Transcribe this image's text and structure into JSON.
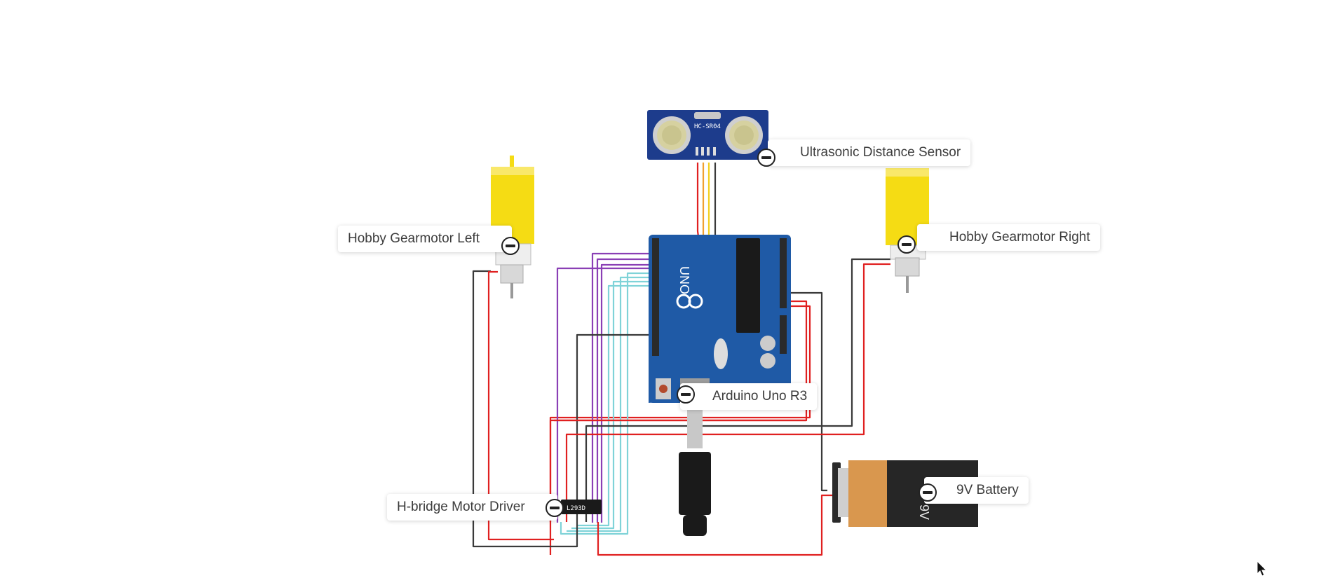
{
  "components": {
    "ultrasonic": {
      "label": "Ultrasonic Distance Sensor",
      "chip_text": "HC-SR04"
    },
    "motor_left": {
      "label": "Hobby Gearmotor Left"
    },
    "motor_right": {
      "label": "Hobby Gearmotor Right"
    },
    "arduino": {
      "label": "Arduino Uno R3",
      "board_text": "UNO"
    },
    "hbridge": {
      "label": "H-bridge Motor Driver",
      "chip_text": "L293D"
    },
    "battery": {
      "label": "9V Battery",
      "battery_text": "9V"
    }
  },
  "colors": {
    "wire_red": "#e02020",
    "wire_black": "#3a3a3a",
    "wire_purple": "#8a3fb5",
    "wire_cyan": "#7fd3d8",
    "wire_orange": "#f0a030",
    "wire_yellow": "#f2d020",
    "arduino_blue": "#1f5aa6",
    "sensor_blue": "#1d3c8c",
    "motor_yellow": "#f5dc14",
    "battery_orange": "#d9974e"
  }
}
